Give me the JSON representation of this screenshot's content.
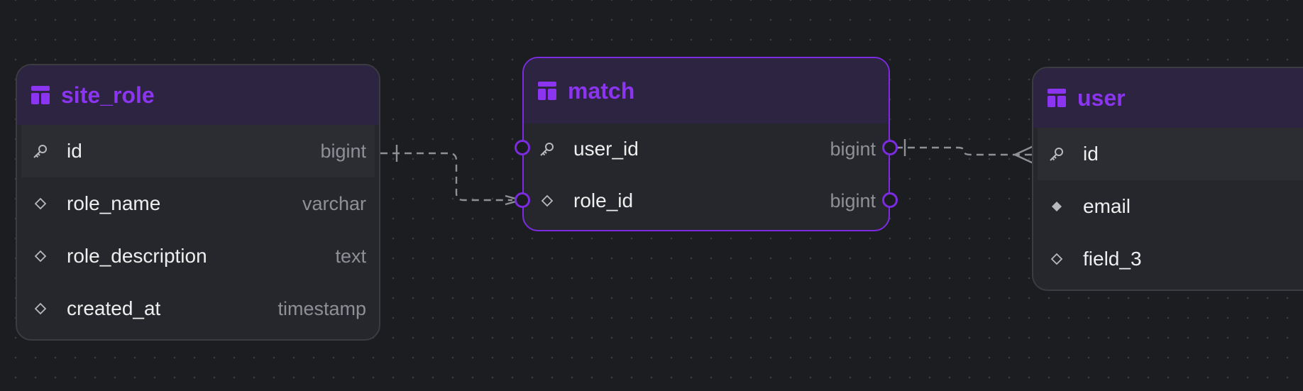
{
  "colors": {
    "accent": "#7c2be0",
    "title": "#8b35f0",
    "background": "#1c1d21",
    "field_text": "#eeeeee",
    "type_text": "#8f9096"
  },
  "tables": {
    "site_role": {
      "name": "site_role",
      "fields": [
        {
          "name": "id",
          "type": "bigint",
          "icon": "key-icon"
        },
        {
          "name": "role_name",
          "type": "varchar",
          "icon": "diamond-outline-icon"
        },
        {
          "name": "role_description",
          "type": "text",
          "icon": "diamond-outline-icon"
        },
        {
          "name": "created_at",
          "type": "timestamp",
          "icon": "diamond-outline-icon"
        }
      ]
    },
    "match": {
      "name": "match",
      "selected": true,
      "fields": [
        {
          "name": "user_id",
          "type": "bigint",
          "icon": "key-icon"
        },
        {
          "name": "role_id",
          "type": "bigint",
          "icon": "diamond-outline-icon"
        }
      ]
    },
    "user": {
      "name": "user",
      "fields": [
        {
          "name": "id",
          "icon": "key-icon"
        },
        {
          "name": "email",
          "icon": "diamond-filled-icon"
        },
        {
          "name": "field_3",
          "icon": "diamond-outline-icon"
        }
      ]
    }
  },
  "relationships": [
    {
      "from": "site_role.id",
      "to": "match.role_id",
      "from_end": "one",
      "to_end": "many"
    },
    {
      "from": "match.user_id",
      "to": "user.id",
      "from_end": "one",
      "to_end": "many"
    }
  ]
}
